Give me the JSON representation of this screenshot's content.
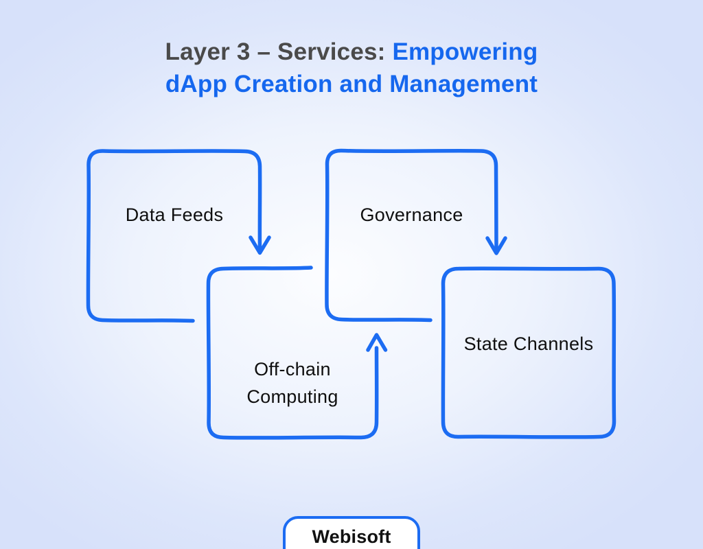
{
  "title": {
    "prefix": "Layer 3 – Services: ",
    "highlight_line1": "Empowering",
    "highlight_line2": "dApp Creation and Management"
  },
  "nodes": [
    {
      "id": "data-feeds",
      "label": "Data Feeds"
    },
    {
      "id": "governance",
      "label": "Governance"
    },
    {
      "id": "off-chain-computing",
      "label": "Off-chain Computing"
    },
    {
      "id": "state-channels",
      "label": "State Channels"
    }
  ],
  "arrows": [
    {
      "from": "Data Feeds",
      "to": "Off-chain Computing",
      "direction": "down"
    },
    {
      "from": "Governance",
      "to": "State Channels",
      "direction": "down"
    },
    {
      "from": "Off-chain Computing",
      "to": "Governance",
      "direction": "up"
    }
  ],
  "footer": {
    "brand": "Webisoft"
  },
  "colors": {
    "accent_blue": "#1c6cf2",
    "title_dark": "#4a4a4a",
    "title_blue": "#1567ee",
    "label_text": "#0f0f0f",
    "badge_background": "#ffffff"
  }
}
